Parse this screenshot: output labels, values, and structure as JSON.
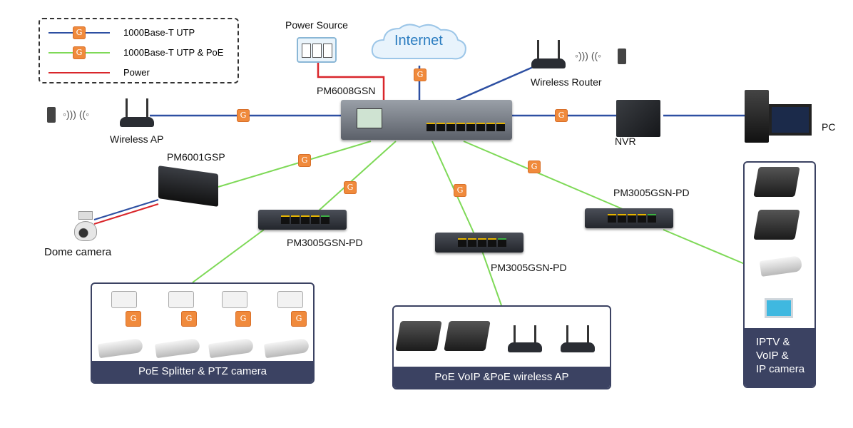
{
  "legend": {
    "items": [
      {
        "label": "1000Base-T UTP",
        "color": "#2d4fa2",
        "badge": "G"
      },
      {
        "label": "1000Base-T UTP & PoE",
        "color": "#7ed957",
        "badge": "G"
      },
      {
        "label": "Power",
        "color": "#d9262b",
        "badge": ""
      }
    ]
  },
  "labels": {
    "power_source": "Power Source",
    "internet": "Internet",
    "core_switch": "PM6008GSN",
    "wireless_router": "Wireless Router",
    "wireless_ap": "Wireless AP",
    "nvr": "NVR",
    "pc": "PC",
    "poe_injector": "PM6001GSP",
    "dome_camera": "Dome camera",
    "pd_switch_1": "PM3005GSN-PD",
    "pd_switch_2": "PM3005GSN-PD",
    "pd_switch_3": "PM3005GSN-PD"
  },
  "panels": {
    "ptz": "PoE Splitter & PTZ camera",
    "voip": "PoE VoIP &PoE wireless AP",
    "iptv": "IPTV &\nVoIP &\nIP camera"
  },
  "badge_letter": "G",
  "colors": {
    "utp": "#2d4fa2",
    "poe": "#7ed957",
    "power": "#d9262b",
    "badge": "#f08a3c",
    "panel": "#3b4262"
  },
  "icons": {
    "power_source": "power-outlet-icon",
    "internet": "cloud-icon",
    "wireless": "wifi-signal-icon",
    "phone": "smartphone-icon",
    "router": "router-icon",
    "server": "nvr-server-icon",
    "pc": "desktop-pc-icon",
    "camera": "security-camera-icon",
    "dome": "dome-camera-icon",
    "voip": "ip-phone-icon",
    "tv": "monitor-icon"
  }
}
